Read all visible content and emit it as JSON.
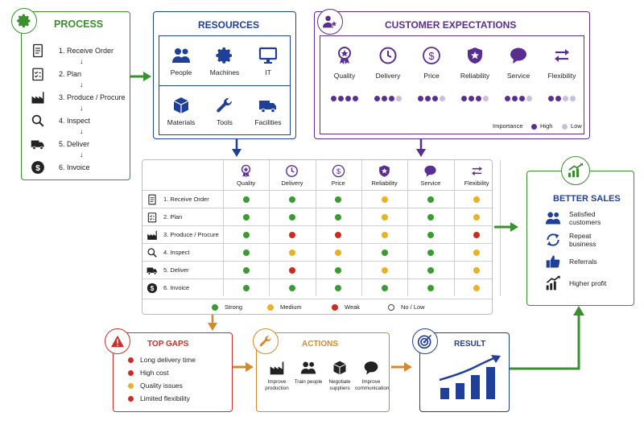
{
  "colors": {
    "green": "#3a8f2f",
    "navy": "#1f3f99",
    "purple": "#5a2d91",
    "red": "#c9302c",
    "orange": "#d4892a",
    "dot_green": "#3c9a33",
    "dot_yellow": "#e6b228",
    "dot_red": "#cc2a22"
  },
  "process": {
    "title": "PROCESS",
    "icon": "gear-icon",
    "steps": [
      {
        "label": "1. Receive Order",
        "icon": "document-icon"
      },
      {
        "label": "2. Plan",
        "icon": "checklist-icon"
      },
      {
        "label": "3. Produce / Procure",
        "icon": "factory-icon"
      },
      {
        "label": "4. Inspect",
        "icon": "magnifier-icon"
      },
      {
        "label": "5. Deliver",
        "icon": "truck-icon"
      },
      {
        "label": "6. Invoice",
        "icon": "dollar-icon"
      }
    ]
  },
  "resources": {
    "title": "RESOURCES",
    "items": [
      {
        "label": "People",
        "icon": "people-icon"
      },
      {
        "label": "Machines",
        "icon": "gear-icon"
      },
      {
        "label": "IT",
        "icon": "monitor-icon"
      },
      {
        "label": "Materials",
        "icon": "box-icon"
      },
      {
        "label": "Tools",
        "icon": "wrench-icon"
      },
      {
        "label": "Facilities",
        "icon": "truck-icon"
      }
    ]
  },
  "customer_expectations": {
    "title": "CUSTOMER EXPECTATIONS",
    "items": [
      {
        "label": "Quality",
        "icon": "award-icon",
        "importance": [
          "high",
          "high",
          "high",
          "high"
        ]
      },
      {
        "label": "Delivery",
        "icon": "clock-icon",
        "importance": [
          "high",
          "high",
          "high",
          "low"
        ]
      },
      {
        "label": "Price",
        "icon": "dollar-icon",
        "importance": [
          "high",
          "high",
          "high",
          "low"
        ]
      },
      {
        "label": "Reliability",
        "icon": "shield-icon",
        "importance": [
          "high",
          "high",
          "high",
          "low"
        ]
      },
      {
        "label": "Service",
        "icon": "chat-icon",
        "importance": [
          "high",
          "high",
          "high",
          "low"
        ]
      },
      {
        "label": "Flexibility",
        "icon": "swap-arrows-icon",
        "importance": [
          "high",
          "high",
          "low",
          "low"
        ]
      }
    ],
    "legend": {
      "title": "Importance",
      "high": "High",
      "low": "Low"
    }
  },
  "matrix": {
    "columns": [
      {
        "label": "Quality",
        "icon": "award-icon"
      },
      {
        "label": "Delivery",
        "icon": "clock-icon"
      },
      {
        "label": "Price",
        "icon": "dollar-icon"
      },
      {
        "label": "Reliability",
        "icon": "shield-icon"
      },
      {
        "label": "Service",
        "icon": "chat-icon"
      },
      {
        "label": "Flexibility",
        "icon": "swap-arrows-icon"
      }
    ],
    "rows": [
      {
        "label": "1. Receive Order",
        "icon": "document-icon",
        "ratings": [
          "strong",
          "strong",
          "strong",
          "medium",
          "strong",
          "medium"
        ]
      },
      {
        "label": "2. Plan",
        "icon": "checklist-icon",
        "ratings": [
          "strong",
          "strong",
          "strong",
          "medium",
          "strong",
          "medium"
        ]
      },
      {
        "label": "3. Produce / Procure",
        "icon": "factory-icon",
        "ratings": [
          "strong",
          "weak",
          "weak",
          "medium",
          "strong",
          "weak"
        ]
      },
      {
        "label": "4. Inspect",
        "icon": "magnifier-icon",
        "ratings": [
          "strong",
          "medium",
          "medium",
          "strong",
          "strong",
          "medium"
        ]
      },
      {
        "label": "5. Deliver",
        "icon": "truck-icon",
        "ratings": [
          "strong",
          "weak",
          "strong",
          "medium",
          "strong",
          "medium"
        ]
      },
      {
        "label": "6. Invoice",
        "icon": "dollar-icon",
        "ratings": [
          "strong",
          "strong",
          "strong",
          "strong",
          "strong",
          "medium"
        ]
      }
    ],
    "legend": [
      {
        "key": "strong",
        "label": "Strong"
      },
      {
        "key": "medium",
        "label": "Medium"
      },
      {
        "key": "weak",
        "label": "Weak"
      },
      {
        "key": "none",
        "label": "No / Low"
      }
    ]
  },
  "better_sales": {
    "title": "BETTER SALES",
    "icon": "growth-chart-icon",
    "items": [
      {
        "label": "Satisfied customers",
        "icon": "people-icon"
      },
      {
        "label": "Repeat business",
        "icon": "repeat-icon"
      },
      {
        "label": "Referrals",
        "icon": "thumbs-up-icon"
      },
      {
        "label": "Higher profit",
        "icon": "growth-chart-icon"
      }
    ]
  },
  "top_gaps": {
    "title": "TOP GAPS",
    "icon": "warning-icon",
    "items": [
      {
        "label": "Long delivery time",
        "level": "weak"
      },
      {
        "label": "High cost",
        "level": "weak"
      },
      {
        "label": "Quality issues",
        "level": "medium"
      },
      {
        "label": "Limited flexibility",
        "level": "weak"
      }
    ]
  },
  "actions": {
    "title": "ACTIONS",
    "icon": "wrench-icon",
    "items": [
      {
        "label": "Improve production",
        "icon": "factory-icon"
      },
      {
        "label": "Train people",
        "icon": "people-icon"
      },
      {
        "label": "Negotiate suppliers",
        "icon": "box-icon"
      },
      {
        "label": "Improve communication",
        "icon": "chat-icon"
      }
    ]
  },
  "result": {
    "title": "RESULT",
    "icon": "target-icon",
    "chart_icon": "rising-bar-chart-icon"
  }
}
